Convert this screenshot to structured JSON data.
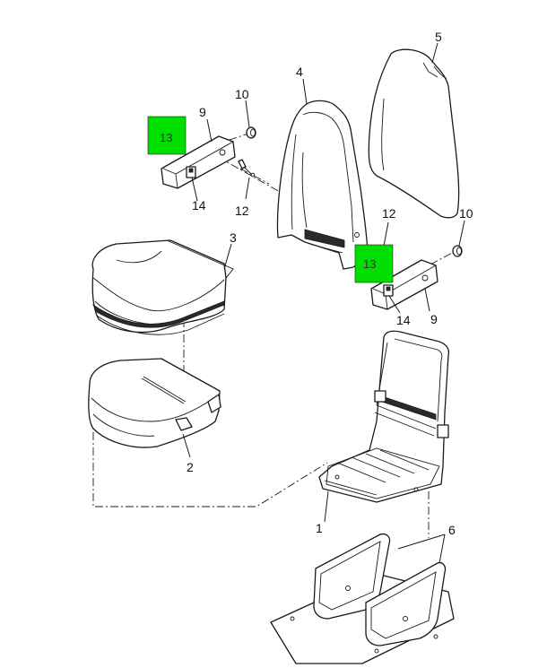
{
  "colors": {
    "highlight": "#00e000",
    "line": "#1a1a1a",
    "background": "#ffffff"
  },
  "labels": {
    "p1": "1",
    "p2": "2",
    "p3": "3",
    "p4": "4",
    "p5": "5",
    "p6": "6",
    "p9_left": "9",
    "p9_right": "9",
    "p10_left": "10",
    "p10_right": "10",
    "p12_left": "12",
    "p12_right": "12",
    "p14_left": "14",
    "p14_right": "14"
  },
  "highlights": {
    "left": "13",
    "right": "13"
  }
}
